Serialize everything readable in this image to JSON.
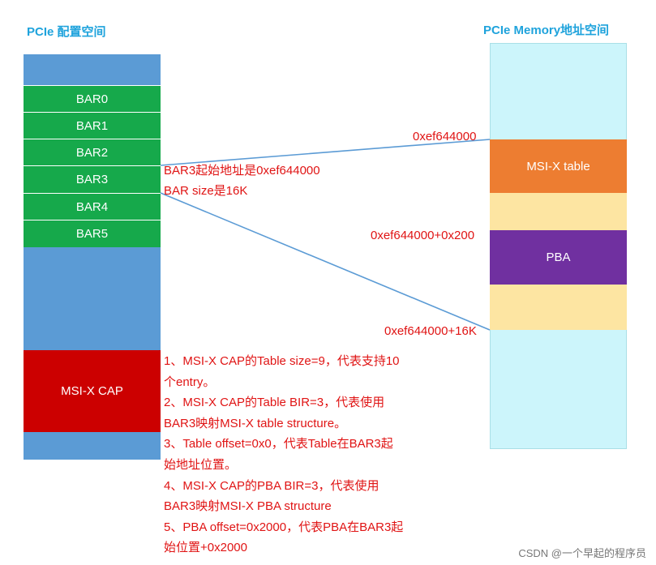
{
  "left_title": "PCIe 配置空间",
  "right_title": "PCIe Memory地址空间",
  "bars": [
    "BAR0",
    "BAR1",
    "BAR2",
    "BAR3",
    "BAR4",
    "BAR5"
  ],
  "msix_cap_label": "MSI-X CAP",
  "bar3_info": [
    "BAR3起始地址是0xef644000",
    "BAR size是16K"
  ],
  "right_blocks": {
    "msix_table": "MSI-X table",
    "pba": "PBA"
  },
  "addresses": {
    "start": "0xef644000",
    "pba_offset": "0xef644000+0x200",
    "end": "0xef644000+16K"
  },
  "notes": [
    "1、MSI-X CAP的Table size=9，代表支持10",
    "个entry。",
    "2、MSI-X CAP的Table BIR=3，代表使用",
    "BAR3映射MSI-X table structure。",
    "3、Table offset=0x0，代表Table在BAR3起",
    "始地址位置。",
    "4、MSI-X CAP的PBA BIR=3，代表使用",
    "BAR3映射MSI-X PBA structure",
    "5、PBA offset=0x2000，代表PBA在BAR3起",
    "始位置+0x2000"
  ],
  "footer": "CSDN @一个早起的程序员",
  "colors": {
    "config_space": "#5b9bd5",
    "bar": "#16a94b",
    "msix_cap": "#cc0000",
    "memory_space": "#ccf5fb",
    "msix_table": "#ed7d31",
    "gap": "#fde5a2",
    "pba": "#7030a0",
    "annotation": "#e01414",
    "line": "#5b9bd5"
  }
}
